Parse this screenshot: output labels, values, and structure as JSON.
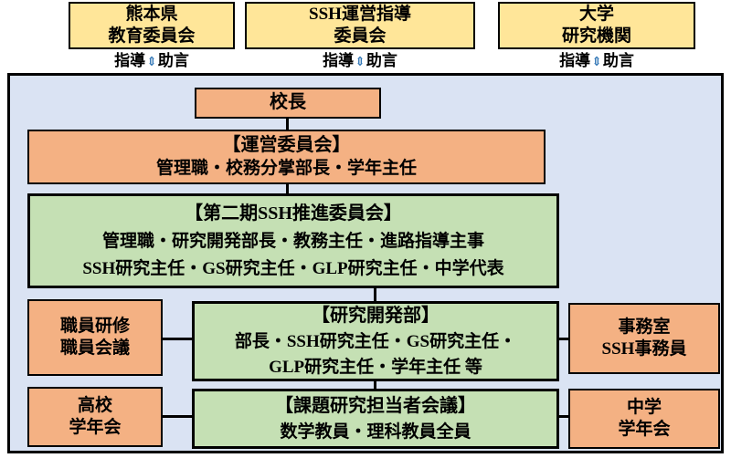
{
  "colors": {
    "external_box": "#FFE699",
    "admin_box": "#F4B183",
    "research_box": "#C5E0B4",
    "frame_background": "#DAE3F3",
    "border": "#000000"
  },
  "external_bodies": [
    {
      "line1": "熊本県",
      "line2": "教育委員会",
      "note": {
        "left": "指導",
        "arrow": "⇕",
        "right": "助言"
      }
    },
    {
      "line1": "SSH運営指導",
      "line2": "委員会",
      "note": {
        "left": "指導",
        "arrow": "⇕",
        "right": "助言"
      }
    },
    {
      "line1": "大学",
      "line2": "研究機関",
      "note": {
        "left": "指導",
        "arrow": "⇕",
        "right": "助言"
      }
    }
  ],
  "diagram": {
    "principal": "校長",
    "management_committee": {
      "title": "【運営委員会】",
      "members": "管理職・校務分掌部長・学年主任"
    },
    "ssh_promotion_committee": {
      "title": "【第二期SSH推進委員会】",
      "members1": "管理職・研究開発部長・教務主任・進路指導主事",
      "members2": "SSH研究主任・GS研究主任・GLP研究主任・中学代表"
    },
    "staff_training": {
      "line1": "職員研修",
      "line2": "職員会議"
    },
    "rd_department": {
      "title": "【研究開発部】",
      "members1": "部長・SSH研究主任・GS研究主任・",
      "members2": "GLP研究主任・学年主任 等"
    },
    "office": {
      "line1": "事務室",
      "line2": "SSH事務員"
    },
    "hs_grade_meeting": {
      "line1": "高校",
      "line2": "学年会"
    },
    "task_research_meeting": {
      "title": "【課題研究担当者会議】",
      "members": "数学教員・理科教員全員"
    },
    "jhs_grade_meeting": {
      "line1": "中学",
      "line2": "学年会"
    }
  }
}
